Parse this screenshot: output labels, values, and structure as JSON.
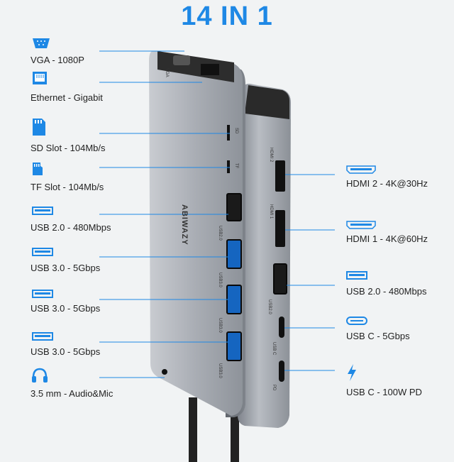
{
  "title": "14 IN 1",
  "brand": "ABIWAZY",
  "left_ports": [
    {
      "label": "VGA - 1080P",
      "icon": "vga-icon"
    },
    {
      "label": "Ethernet - Gigabit",
      "icon": "ethernet-icon"
    },
    {
      "label": "SD Slot - 104Mb/s",
      "icon": "sd-card-icon"
    },
    {
      "label": "TF Slot - 104Mb/s",
      "icon": "tf-card-icon"
    },
    {
      "label": "USB 2.0 - 480Mbps",
      "icon": "usb-icon"
    },
    {
      "label": "USB 3.0 - 5Gbps",
      "icon": "usb-icon"
    },
    {
      "label": "USB 3.0 - 5Gbps",
      "icon": "usb-icon"
    },
    {
      "label": "USB 3.0 - 5Gbps",
      "icon": "usb-icon"
    },
    {
      "label": "3.5 mm - Audio&Mic",
      "icon": "headphone-icon"
    }
  ],
  "right_ports": [
    {
      "label": "HDMI 2 - 4K@30Hz",
      "icon": "hdmi-icon"
    },
    {
      "label": "HDMI 1 - 4K@60Hz",
      "icon": "hdmi-icon"
    },
    {
      "label": "USB 2.0 - 480Mbps",
      "icon": "usb-icon"
    },
    {
      "label": "USB C - 5Gbps",
      "icon": "usb-c-icon"
    },
    {
      "label": "USB C - 100W PD",
      "icon": "lightning-icon"
    }
  ],
  "device_port_labels": [
    "VGA",
    "SD",
    "TF",
    "USB2.0",
    "USB3.0",
    "USB3.0",
    "USB3.0",
    "HDMI 2",
    "HDMI 1",
    "USB2.0",
    "USB C",
    "PD"
  ],
  "colors": {
    "accent": "#1e88e5",
    "device": "#9ea3ab",
    "background": "#f1f3f4"
  }
}
